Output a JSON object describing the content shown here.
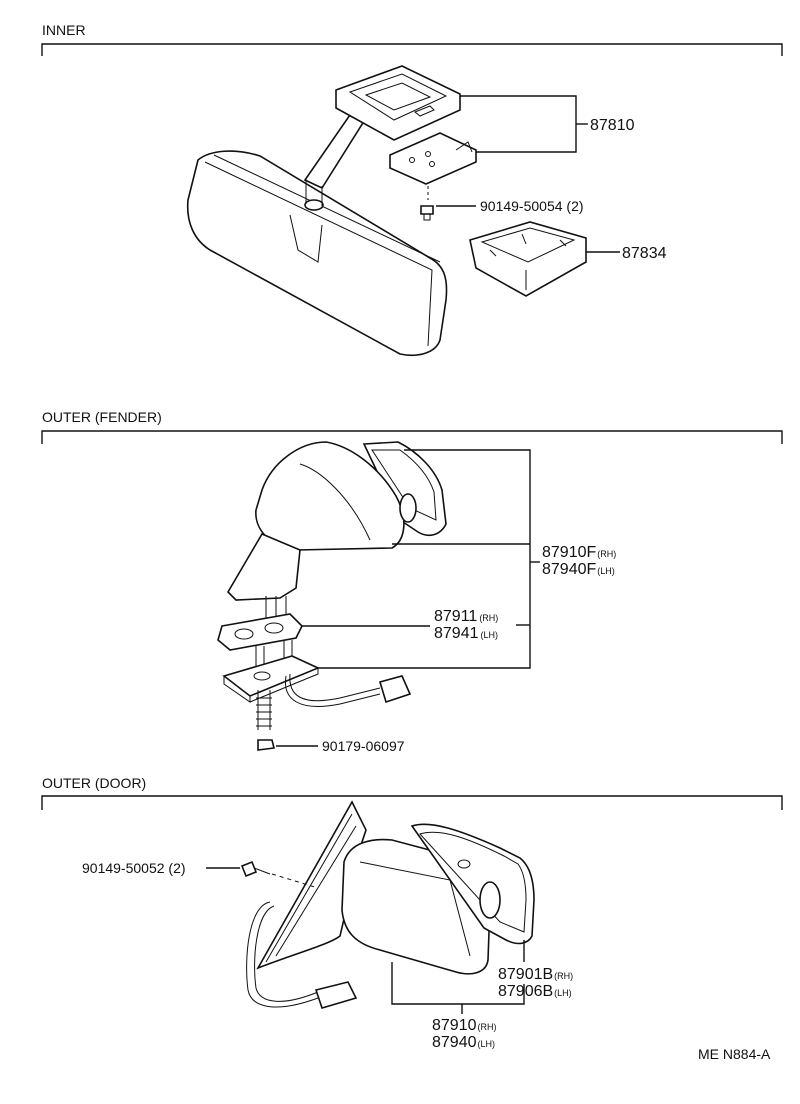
{
  "sections": {
    "inner": "INNER",
    "outer_fender": "OUTER (FENDER)",
    "outer_door": "OUTER (DOOR)"
  },
  "inner_parts": {
    "p87810": "87810",
    "p90149_50054": "90149-50054 (2)",
    "p87834": "87834"
  },
  "fender_parts": {
    "p87910F": "87910F",
    "p87910F_side": "(RH)",
    "p87940F": "87940F",
    "p87940F_side": "(LH)",
    "p87911": "87911",
    "p87911_side": "(RH)",
    "p87941": "87941",
    "p87941_side": "(LH)",
    "p90179": "90179-06097"
  },
  "door_parts": {
    "p90149_50052": "90149-50052 (2)",
    "p87901B": "87901B",
    "p87901B_side": "(RH)",
    "p87906B": "87906B",
    "p87906B_side": "(LH)",
    "p87910": "87910",
    "p87910_side": "(RH)",
    "p87940": "87940",
    "p87940_side": "(LH)"
  },
  "footer_code": "ME N884-A"
}
